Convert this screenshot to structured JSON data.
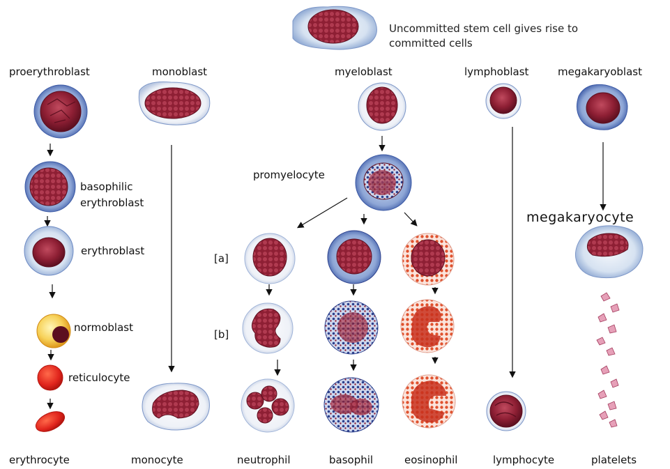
{
  "stem_note": {
    "line1": "Uncommitted stem cell gives rise to",
    "line2": "committed cells"
  },
  "progenitors": {
    "proerythroblast": "proerythroblast",
    "monoblast": "monoblast",
    "myeloblast": "myeloblast",
    "lymphoblast": "lymphoblast",
    "megakaryoblast": "megakaryoblast"
  },
  "erythroid": {
    "basophilic_1": "basophilic",
    "basophilic_2": "erythroblast",
    "erythroblast": "erythroblast",
    "normoblast": "normoblast",
    "reticulocyte": "reticulocyte"
  },
  "myeloid": {
    "promyelocyte": "promyelocyte",
    "stage_a": "[a]",
    "stage_b": "[b]"
  },
  "megakaryocyte": "megakaryocyte",
  "mature": {
    "erythrocyte": "erythrocyte",
    "monocyte": "monocyte",
    "neutrophil": "neutrophil",
    "basophil": "basophil",
    "eosinophil": "eosinophil",
    "lymphocyte": "lymphocyte",
    "platelets": "platelets"
  },
  "colors": {
    "cytoplasm_blue": "#b9cce6",
    "cytoplasm_pale": "#eef2f8",
    "nucleus_red": "#8e1f34",
    "nucleus_dark": "#5c0f1f",
    "eos_granule": "#e0522e",
    "baso_granule": "#2b3f8c",
    "rbc_red": "#e0241c"
  }
}
